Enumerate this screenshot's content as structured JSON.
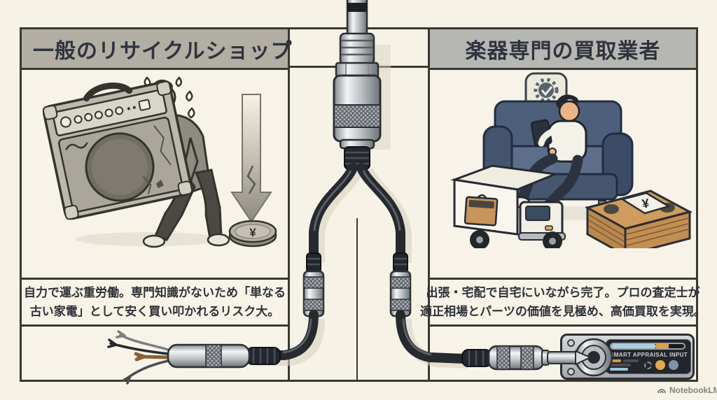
{
  "page": {
    "watermark": "NotebookLM"
  },
  "left_panel": {
    "title": "一般のリサイクルショップ",
    "body_line1": "自力で運ぶ重労働。専門知識がないため「単なる",
    "body_line2": "古い家電」として安く買い叩かれるリスク大。",
    "coin_symbol": "¥",
    "illustration": "sweating man carrying heavy guitar amp, cracked arrow pointing down to a single yen coin"
  },
  "right_panel": {
    "title": "楽器専門の買取業者",
    "body_line1": "出張・宅配で自宅にいながら完了。プロの査定士が",
    "body_line2": "適正相場とパーツの価値を見極め、高価買取を実現。",
    "money_symbol": "¥",
    "illustration": "man relaxing on sofa with tablet, delivery truck with amp, stack of yen banknotes"
  },
  "center": {
    "illustration": "instrument cable jack splitting into two paths: frayed wires (left) and smart appraisal input (right)"
  },
  "device": {
    "label": "SMART APPRAISAL INPUT"
  },
  "colors": {
    "background": "#f6f2e6",
    "panel_border": "#3a3833",
    "header_left_bg": "#b2aea4",
    "header_right_bg": "#b6b7b3",
    "title_text": "#2f333d",
    "body_text": "#2e3136",
    "cable_black": "#26292e",
    "accent_blue": "#a9d2e4",
    "accent_orange": "#dea13e"
  }
}
